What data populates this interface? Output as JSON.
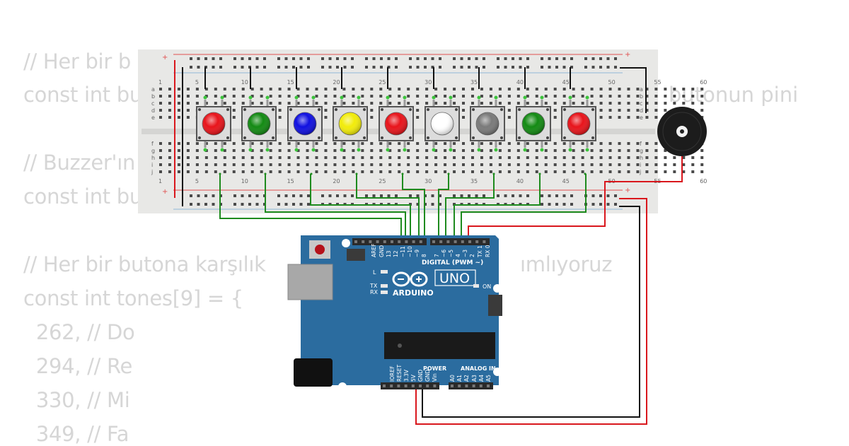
{
  "code": {
    "lines": [
      "// Her bir b",
      "const int bu",
      "",
      "// Buzzer'ın",
      "const int bu",
      "",
      "// Her bir butona karşılık",
      "const int tones[9] = {",
      "  262, // Do",
      "  294, // Re",
      "  330, // Mi",
      "  349, // Fa"
    ],
    "line2_tail": "butonun pini",
    "line7_tail": "ımlıyoruz"
  },
  "breadboard": {
    "top_numbers": [
      "1",
      "5",
      "10",
      "15",
      "20",
      "25",
      "30",
      "35",
      "40",
      "45",
      "50",
      "55",
      "60"
    ],
    "bottom_numbers": [
      "1",
      "5",
      "10",
      "15",
      "20",
      "25",
      "30",
      "35",
      "40",
      "45",
      "50",
      "55",
      "60"
    ],
    "row_letters_top": [
      "a",
      "b",
      "c",
      "d",
      "e"
    ],
    "row_letters_bottom": [
      "f",
      "g",
      "h",
      "i",
      "j"
    ],
    "plus": "+",
    "minus": "-"
  },
  "buttons": [
    {
      "cap_color": "#e8141b"
    },
    {
      "cap_color": "#138a13"
    },
    {
      "cap_color": "#1010e0"
    },
    {
      "cap_color": "#f2ec0a"
    },
    {
      "cap_color": "#e8141b"
    },
    {
      "cap_color": "#ffffff"
    },
    {
      "cap_color": "#7a7a7a"
    },
    {
      "cap_color": "#138a13"
    },
    {
      "cap_color": "#e8141b"
    }
  ],
  "arduino": {
    "label_digital": "DIGITAL (PWM ~)",
    "label_uno": "UNO",
    "label_arduino": "ARDUINO",
    "label_on": "ON",
    "label_l": "L",
    "label_tx": "TX",
    "label_rx": "RX",
    "label_power": "POWER",
    "label_analog": "ANALOG IN",
    "digital_pins": [
      "AREF",
      "GND",
      "13",
      "12",
      "~11",
      "~10",
      "~9",
      "8",
      "7",
      "~6",
      "~5",
      "4",
      "~3",
      "2",
      "TX 1",
      "RX 0"
    ],
    "power_pins": [
      "IOREF",
      "RESET",
      "3.3V",
      "5V",
      "GND",
      "GND",
      "Vin"
    ],
    "analog_pins": [
      "A0",
      "A1",
      "A2",
      "A3",
      "A4",
      "A5"
    ]
  },
  "colors": {
    "wire_green": "#1e8b1e",
    "wire_red": "#d9171d",
    "wire_black": "#111111",
    "board_blue": "#2b6c9f",
    "breadboard": "#e8e8e6"
  }
}
